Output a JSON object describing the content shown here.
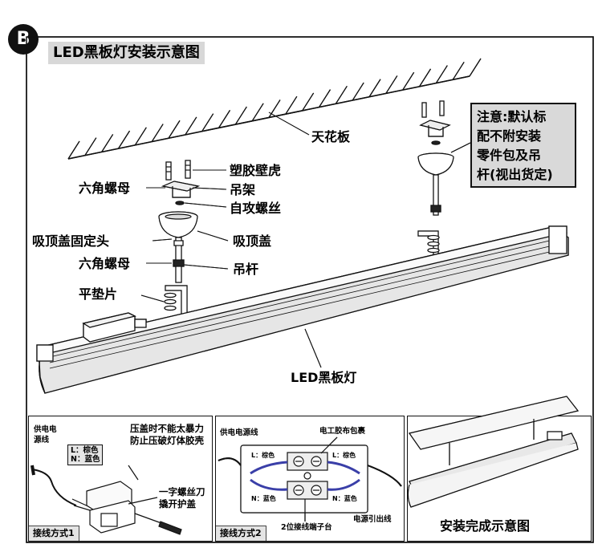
{
  "header": {
    "badge": "B",
    "title": "LED黑板灯安装示意图"
  },
  "note": {
    "lines": [
      "注意:默认标",
      "配不附安装",
      "零件包及吊",
      "杆(视出货定)"
    ]
  },
  "labels": {
    "ceiling": "天花板",
    "plastic_anchor": "塑胶壁虎",
    "hex_nut_top": "六角螺母",
    "hanger_bracket": "吊架",
    "tapping_screw": "自攻螺丝",
    "canopy_fixing_head": "吸顶盖固定头",
    "canopy": "吸顶盖",
    "hex_nut_bottom": "六角螺母",
    "suspension_rod": "吊杆",
    "flat_washer": "平垫片",
    "lamp": "LED黑板灯"
  },
  "wiring1": {
    "power_line": [
      "供电电",
      "源线"
    ],
    "wire_l": "L：棕色",
    "wire_n": "N：蓝色",
    "warning": [
      "压盖时不能太暴力",
      "防止压破灯体胶壳"
    ],
    "screwdriver_note": [
      "一字螺丝刀",
      "撬开护盖"
    ],
    "tag": "接线方式1"
  },
  "wiring2": {
    "power_line": "供电电源线",
    "tape_wrap": "电工胶布包裹",
    "wire_l_left": "L：棕色",
    "wire_l_right": "L：棕色",
    "wire_n_left": "N：蓝色",
    "wire_n_right": "N：蓝色",
    "terminal": "2位接线端子台",
    "lead_out": "电源引出线",
    "tag": "接线方式2"
  },
  "done": {
    "title": "安装完成示意图"
  },
  "colors": {
    "label_gray": "#d8d8d8",
    "wire_blue": "#3a3fa8",
    "wire_brown": "#6b4a2f"
  }
}
